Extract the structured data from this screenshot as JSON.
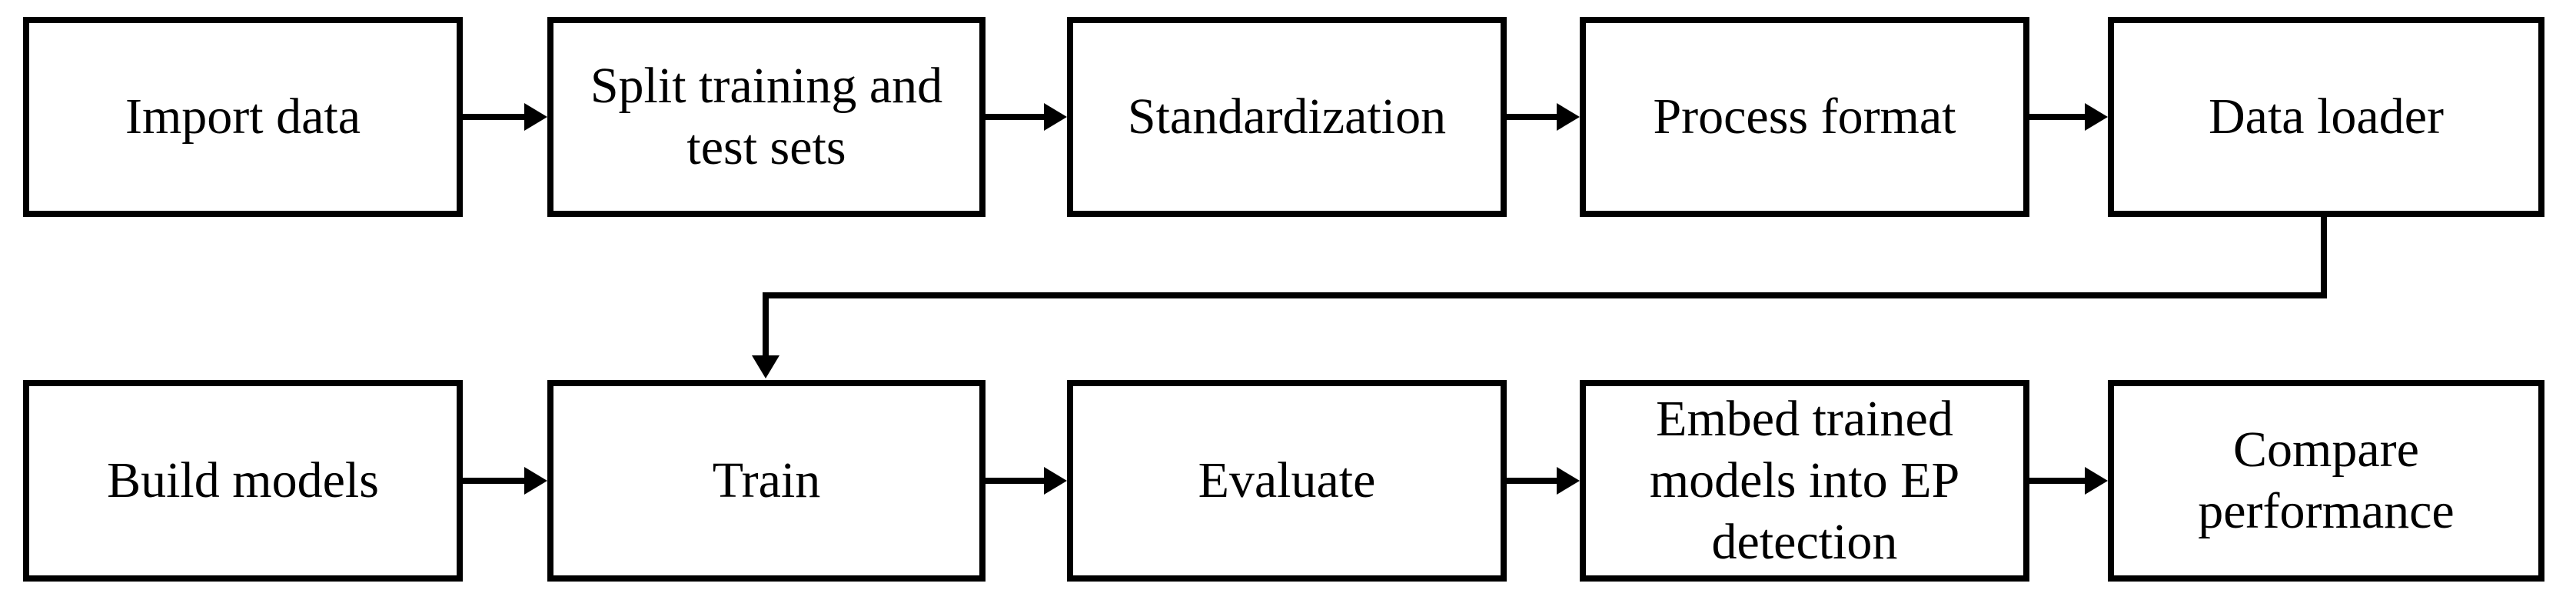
{
  "figure": {
    "type": "flowchart",
    "colors": {
      "background": "#ffffff",
      "box_border": "#000000",
      "text": "#000000",
      "arrow": "#000000"
    }
  },
  "nodes": [
    {
      "id": "import-data",
      "row": 1,
      "label": "Import data"
    },
    {
      "id": "split-train-test",
      "row": 1,
      "label": "Split training and\ntest sets"
    },
    {
      "id": "standardization",
      "row": 1,
      "label": "Standardization"
    },
    {
      "id": "process-format",
      "row": 1,
      "label": "Process format"
    },
    {
      "id": "data-loader",
      "row": 1,
      "label": "Data loader"
    },
    {
      "id": "build-models",
      "row": 2,
      "label": "Build models"
    },
    {
      "id": "train",
      "row": 2,
      "label": "Train"
    },
    {
      "id": "evaluate",
      "row": 2,
      "label": "Evaluate"
    },
    {
      "id": "embed-ep-detection",
      "row": 2,
      "label": "Embed trained\nmodels into EP\ndetection"
    },
    {
      "id": "compare-performance",
      "row": 2,
      "label": "Compare\nperformance"
    }
  ],
  "edges": [
    {
      "from": "import-data",
      "to": "split-train-test",
      "shape": "straight-right"
    },
    {
      "from": "split-train-test",
      "to": "standardization",
      "shape": "straight-right"
    },
    {
      "from": "standardization",
      "to": "process-format",
      "shape": "straight-right"
    },
    {
      "from": "process-format",
      "to": "data-loader",
      "shape": "straight-right"
    },
    {
      "from": "data-loader",
      "to": "train",
      "shape": "elbow-down-left-down"
    },
    {
      "from": "build-models",
      "to": "train",
      "shape": "straight-right"
    },
    {
      "from": "train",
      "to": "evaluate",
      "shape": "straight-right"
    },
    {
      "from": "evaluate",
      "to": "embed-ep-detection",
      "shape": "straight-right"
    },
    {
      "from": "embed-ep-detection",
      "to": "compare-performance",
      "shape": "straight-right"
    }
  ]
}
